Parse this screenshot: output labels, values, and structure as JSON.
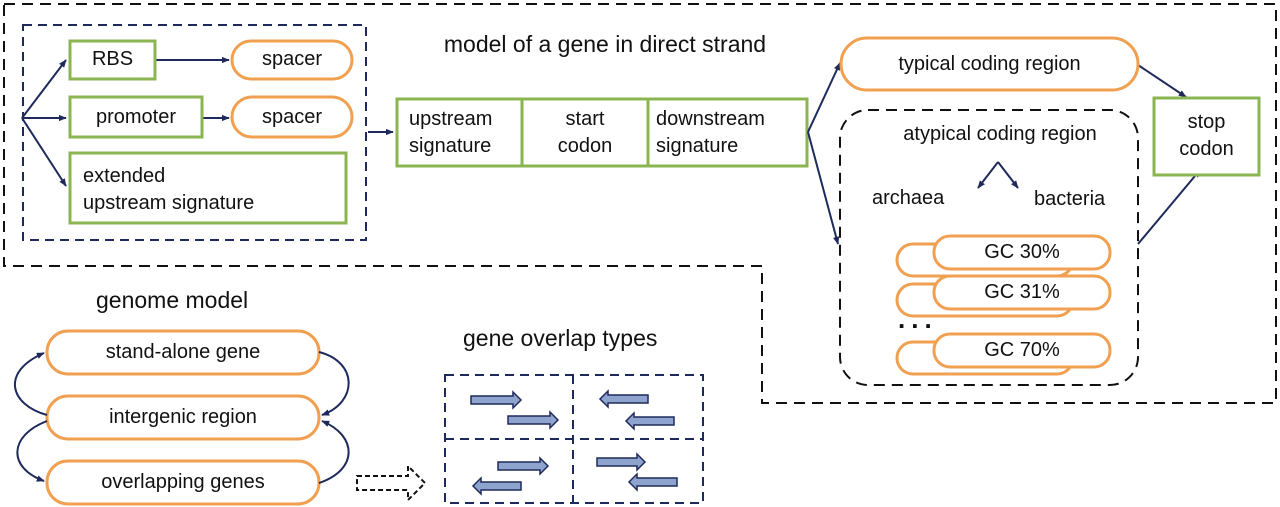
{
  "title": "model of a gene in direct strand",
  "upstream": {
    "rbs": "RBS",
    "promoter": "promoter",
    "spacer_1": "spacer",
    "spacer_2": "spacer",
    "extended_line1": "extended",
    "extended_line2": "upstream signature"
  },
  "start_block": {
    "upstream_sig_line1": "upstream",
    "upstream_sig_line2": "signature",
    "start_codon_line1": "start",
    "start_codon_line2": "codon",
    "downstream_sig_line1": "downstream",
    "downstream_sig_line2": "signature"
  },
  "coding": {
    "typical": "typical coding region",
    "atypical": "atypical coding region",
    "archaea": "archaea",
    "bacteria": "bacteria",
    "gc_models": [
      "GC 30%",
      "GC 31%",
      "GC 70%"
    ],
    "ellipsis": "..."
  },
  "stop": {
    "line1": "stop",
    "line2": "codon"
  },
  "genome": {
    "title": "genome model",
    "items": [
      "stand-alone gene",
      "intergenic region",
      "overlapping genes"
    ]
  },
  "overlap": {
    "title": "gene overlap types"
  },
  "colors": {
    "green": "#8ab550",
    "orange": "#f0a050",
    "navy": "#1f2a5c",
    "arrow_fill": "#8fa3cf"
  }
}
